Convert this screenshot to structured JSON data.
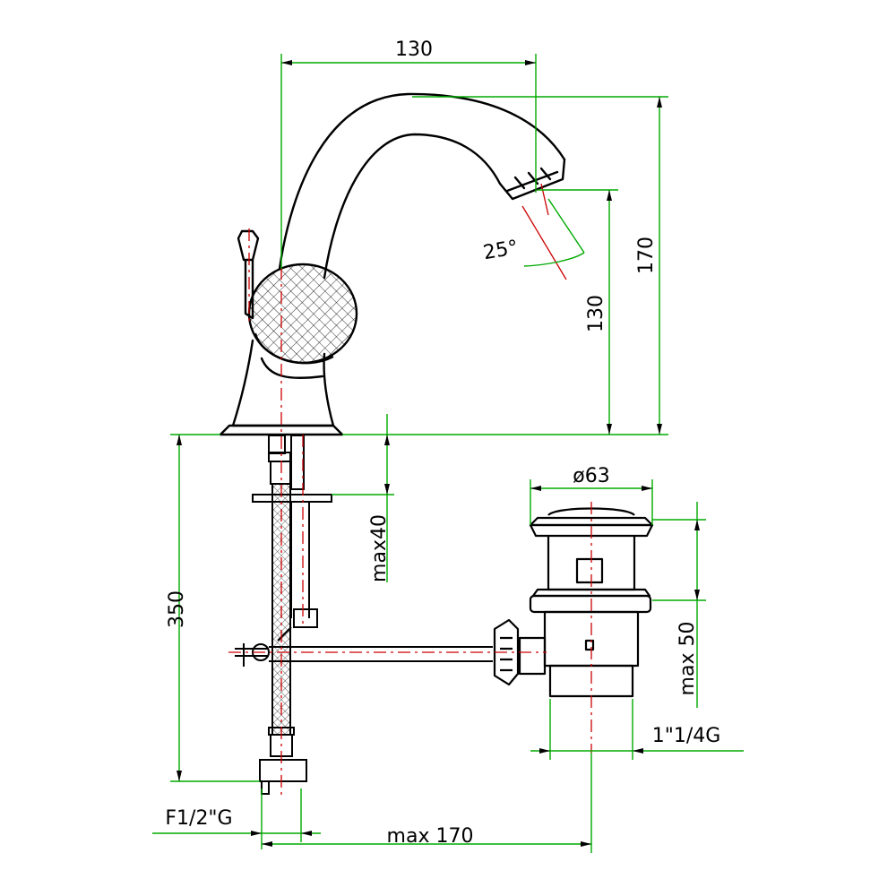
{
  "colors": {
    "outline": "#000000",
    "dimension": "#00aa00",
    "centerline": "#cc0000",
    "background": "#ffffff"
  },
  "dimensions": {
    "spout_reach": "130",
    "total_height": "170",
    "spout_height": "130",
    "spray_angle": "25°",
    "deck_thickness": "max40",
    "supply_length": "350",
    "waste_diameter": "ø63",
    "waste_height": "max 50",
    "waste_thread": "1\"1/4G",
    "supply_thread": "F1/2\"G",
    "rod_length": "max 170"
  }
}
